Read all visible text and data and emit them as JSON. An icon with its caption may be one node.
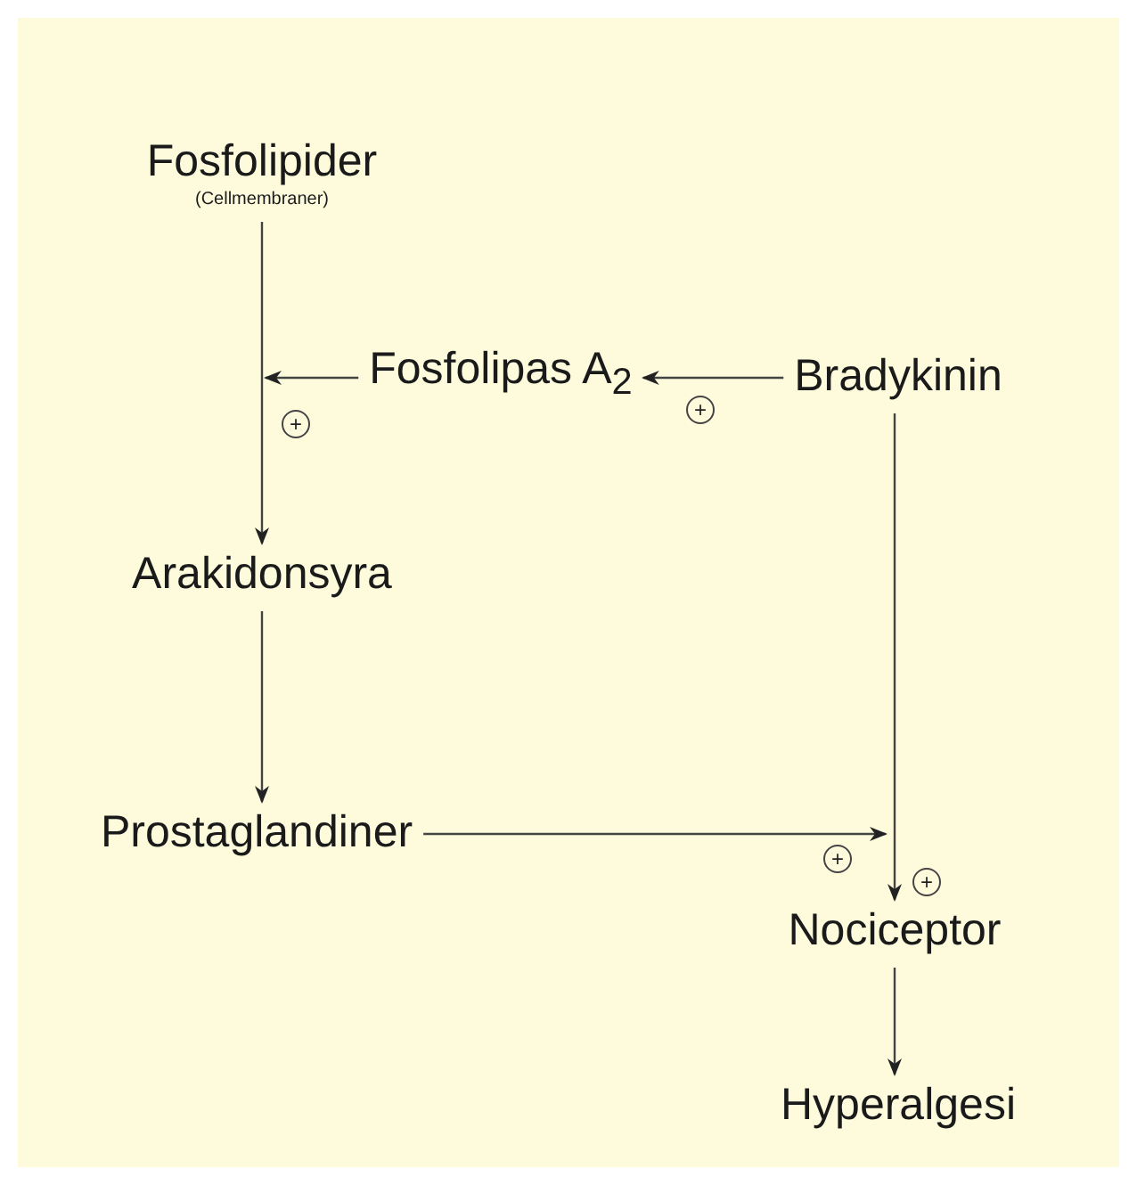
{
  "diagram": {
    "nodes": [
      {
        "text": [
          "Fosfolipider",
          "(Cellmembraner)"
        ]
      },
      {
        "text": [
          "Fosfolipas A$_{2}$"
        ]
      },
      {
        "text": [
          "Bradykinin"
        ]
      },
      {
        "text": [
          "Arakidonsyra"
        ]
      },
      {
        "text": [
          "Prostaglandiner"
        ]
      },
      {
        "text": [
          "Nociceptor"
        ]
      },
      {
        "text": [
          "Hyperalgesi"
        ]
      }
    ],
    "edges": [
      {
        "from": 0,
        "to": 3,
        "arrow": "to"
      },
      {
        "from": 1,
        "to": null,
        "arrow": "to"
      },
      {
        "from": 2,
        "to": 1,
        "arrow": "to"
      },
      {
        "from": 3,
        "to": 4,
        "arrow": "to"
      },
      {
        "from": 4,
        "to": null,
        "arrow": "to"
      },
      {
        "from": 2,
        "to": 5,
        "arrow": "to"
      },
      {
        "from": 5,
        "to": 6,
        "arrow": "to"
      }
    ],
    "labels": [
      "+",
      "+",
      "+",
      "+"
    ]
  }
}
